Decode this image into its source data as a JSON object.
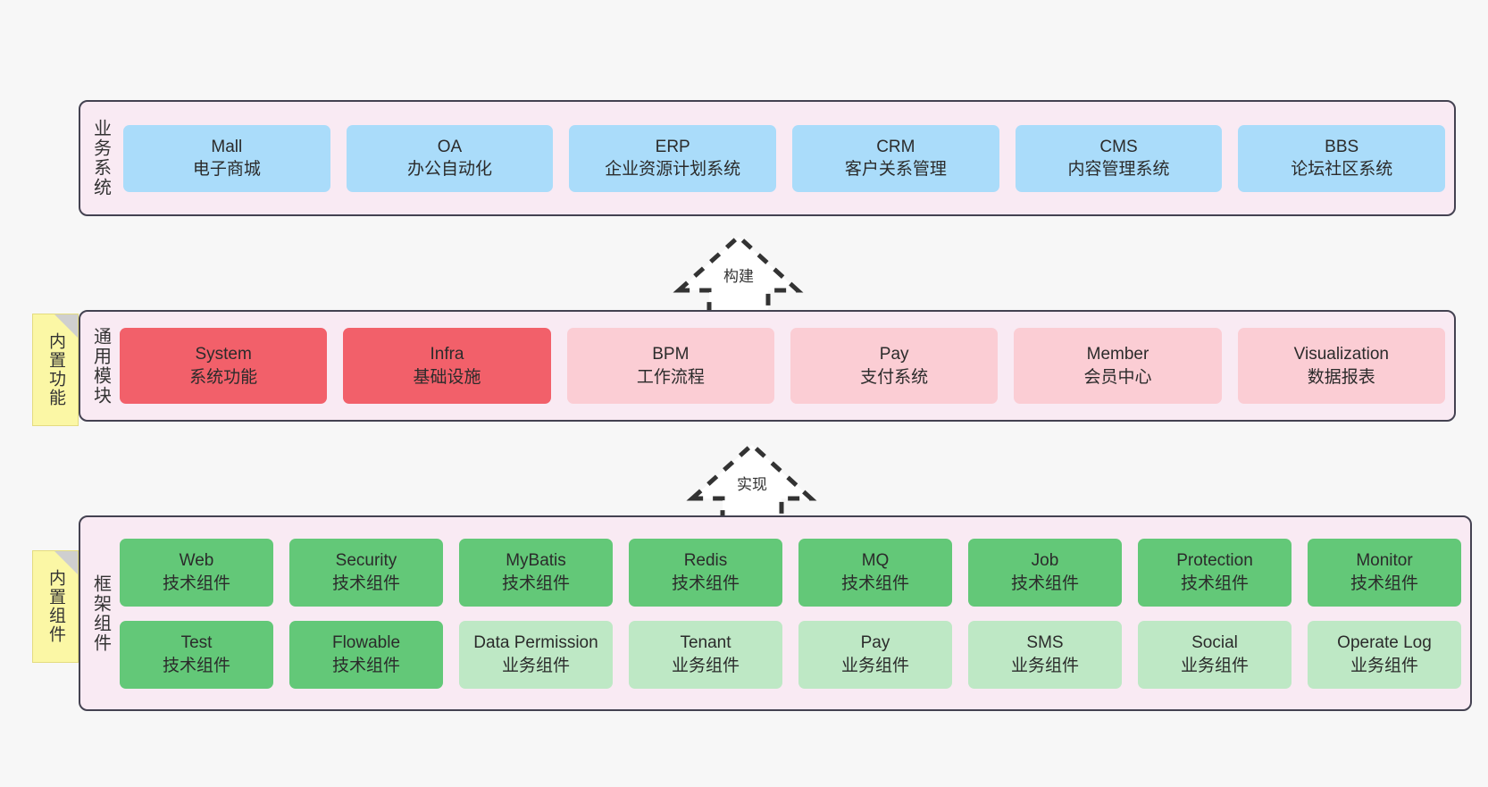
{
  "diagram": {
    "background_color": "#f7f7f7",
    "container_fill": "#f9eaf3",
    "container_border": "#444251"
  },
  "notes": [
    {
      "name": "builtin-function",
      "text": "内置功能",
      "color": "#fbf7a5"
    },
    {
      "name": "builtin-component",
      "text": "内置组件",
      "color": "#fbf7a5"
    }
  ],
  "connectors": [
    {
      "name": "build-arrow",
      "label": "构建",
      "style": "dashed-up-arrow"
    },
    {
      "name": "implement-arrow",
      "label": "实现",
      "style": "dashed-up-arrow"
    }
  ],
  "layers": [
    {
      "id": "business",
      "title": "业务系统",
      "rows": [
        {
          "cards": [
            {
              "en": "Mall",
              "cn": "电子商城",
              "color": "#aadcfa"
            },
            {
              "en": "OA",
              "cn": "办公自动化",
              "color": "#aadcfa"
            },
            {
              "en": "ERP",
              "cn": "企业资源计划系统",
              "color": "#aadcfa"
            },
            {
              "en": "CRM",
              "cn": "客户关系管理",
              "color": "#aadcfa"
            },
            {
              "en": "CMS",
              "cn": "内容管理系统",
              "color": "#aadcfa"
            },
            {
              "en": "BBS",
              "cn": "论坛社区系统",
              "color": "#aadcfa"
            }
          ]
        }
      ]
    },
    {
      "id": "modules",
      "title": "通用模块",
      "rows": [
        {
          "cards": [
            {
              "en": "System",
              "cn": "系统功能",
              "color": "#f2606a"
            },
            {
              "en": "Infra",
              "cn": "基础设施",
              "color": "#f2606a"
            },
            {
              "en": "BPM",
              "cn": "工作流程",
              "color": "#fbcdd4"
            },
            {
              "en": "Pay",
              "cn": "支付系统",
              "color": "#fbcdd4"
            },
            {
              "en": "Member",
              "cn": "会员中心",
              "color": "#fbcdd4"
            },
            {
              "en": "Visualization",
              "cn": "数据报表",
              "color": "#fbcdd4"
            }
          ]
        }
      ]
    },
    {
      "id": "framework",
      "title": "框架组件",
      "rows": [
        {
          "cards": [
            {
              "en": "Web",
              "cn": "技术组件",
              "color": "#63c878"
            },
            {
              "en": "Security",
              "cn": "技术组件",
              "color": "#63c878"
            },
            {
              "en": "MyBatis",
              "cn": "技术组件",
              "color": "#63c878"
            },
            {
              "en": "Redis",
              "cn": "技术组件",
              "color": "#63c878"
            },
            {
              "en": "MQ",
              "cn": "技术组件",
              "color": "#63c878"
            },
            {
              "en": "Job",
              "cn": "技术组件",
              "color": "#63c878"
            },
            {
              "en": "Protection",
              "cn": "技术组件",
              "color": "#63c878"
            },
            {
              "en": "Monitor",
              "cn": "技术组件",
              "color": "#63c878"
            }
          ]
        },
        {
          "cards": [
            {
              "en": "Test",
              "cn": "技术组件",
              "color": "#63c878"
            },
            {
              "en": "Flowable",
              "cn": "技术组件",
              "color": "#63c878"
            },
            {
              "en": "Data Permission",
              "cn": "业务组件",
              "color": "#bee8c5"
            },
            {
              "en": "Tenant",
              "cn": "业务组件",
              "color": "#bee8c5"
            },
            {
              "en": "Pay",
              "cn": "业务组件",
              "color": "#bee8c5"
            },
            {
              "en": "SMS",
              "cn": "业务组件",
              "color": "#bee8c5"
            },
            {
              "en": "Social",
              "cn": "业务组件",
              "color": "#bee8c5"
            },
            {
              "en": "Operate Log",
              "cn": "业务组件",
              "color": "#bee8c5"
            }
          ]
        }
      ]
    }
  ]
}
